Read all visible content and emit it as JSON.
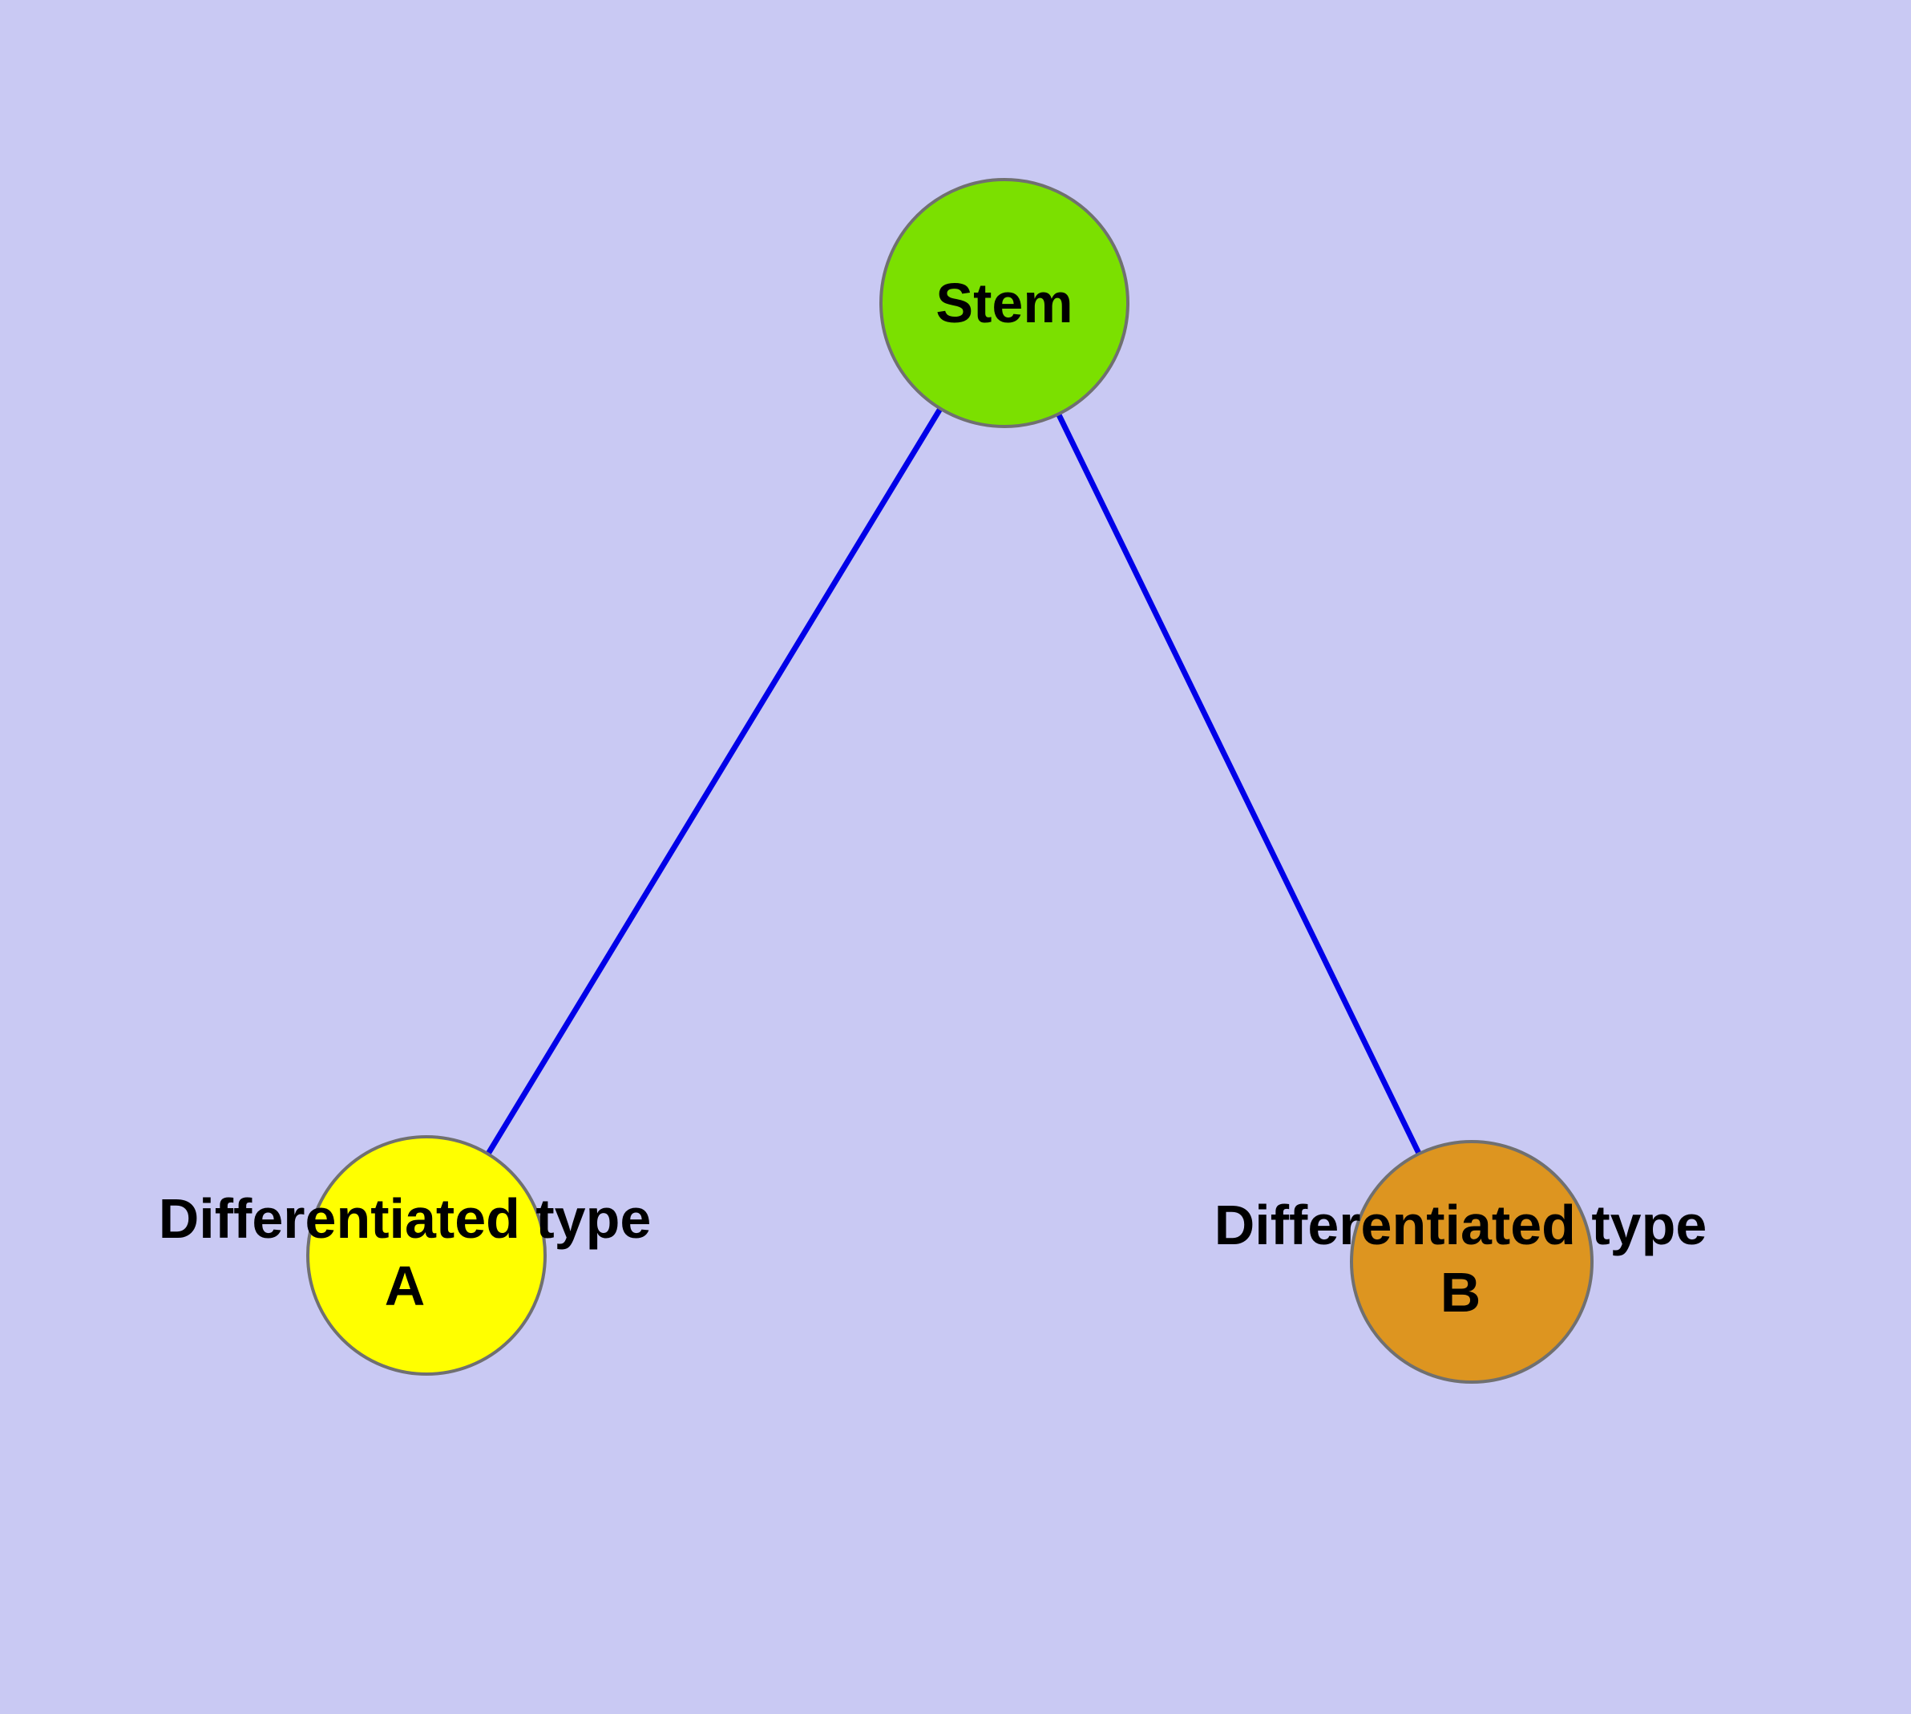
{
  "diagram": {
    "type": "graph",
    "background_color": "#c9c9f3",
    "nodes": [
      {
        "id": "stem",
        "label": "Stem",
        "color": "#7be000",
        "shape": "circle"
      },
      {
        "id": "type-a",
        "label": "Differentiated type A",
        "color": "#ffff00",
        "shape": "circle"
      },
      {
        "id": "type-b",
        "label": "Differentiated type B",
        "color": "#dd9520",
        "shape": "circle"
      }
    ],
    "edges": [
      {
        "from": "stem",
        "to": "type-a",
        "color": "#0000e8"
      },
      {
        "from": "stem",
        "to": "type-b",
        "color": "#0000e8"
      }
    ]
  }
}
